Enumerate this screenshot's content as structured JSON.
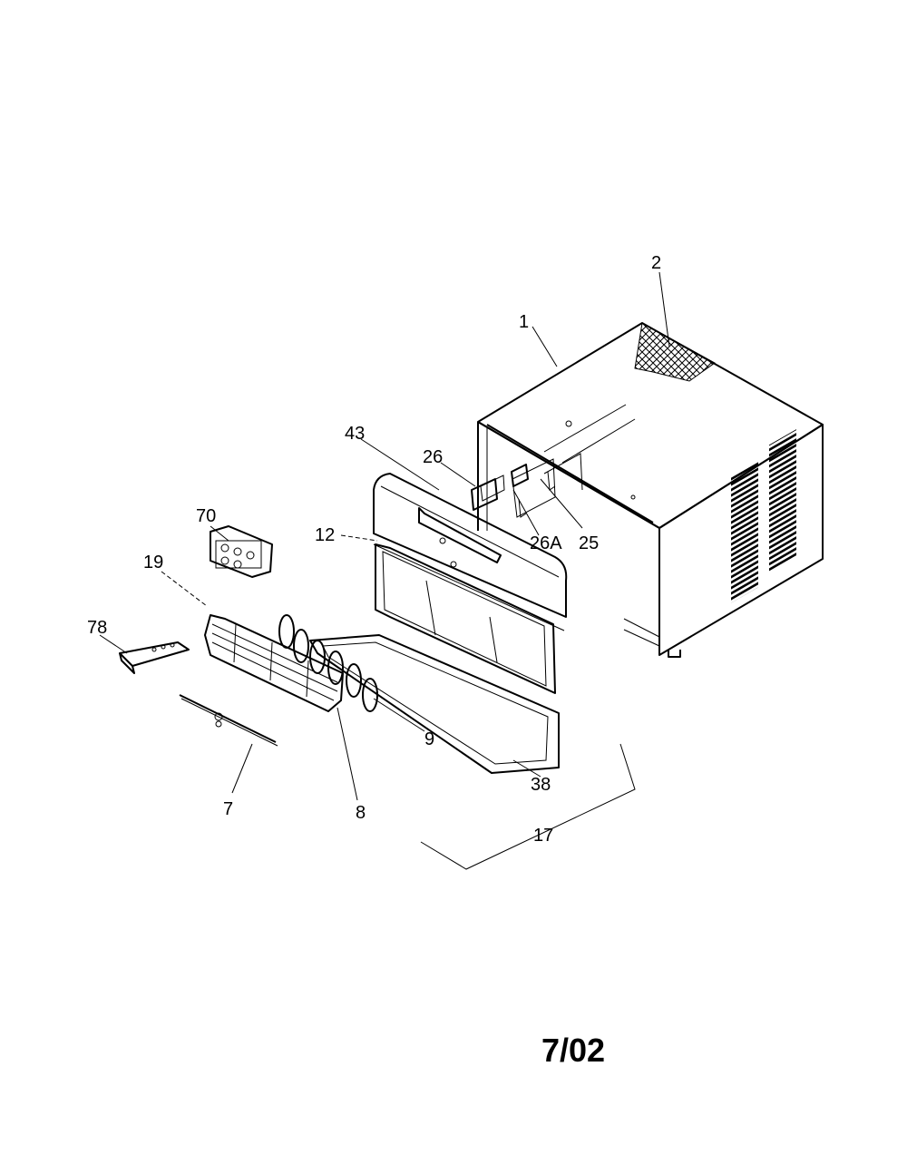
{
  "diagram": {
    "callouts": {
      "c1": "1",
      "c2": "2",
      "c43": "43",
      "c26": "26",
      "c26a": "26A",
      "c25": "25",
      "c12": "12",
      "c70": "70",
      "c19": "19",
      "c78": "78",
      "c9": "9",
      "c38": "38",
      "c7": "7",
      "c8": "8",
      "c17": "17"
    },
    "date_code": "7/02"
  }
}
